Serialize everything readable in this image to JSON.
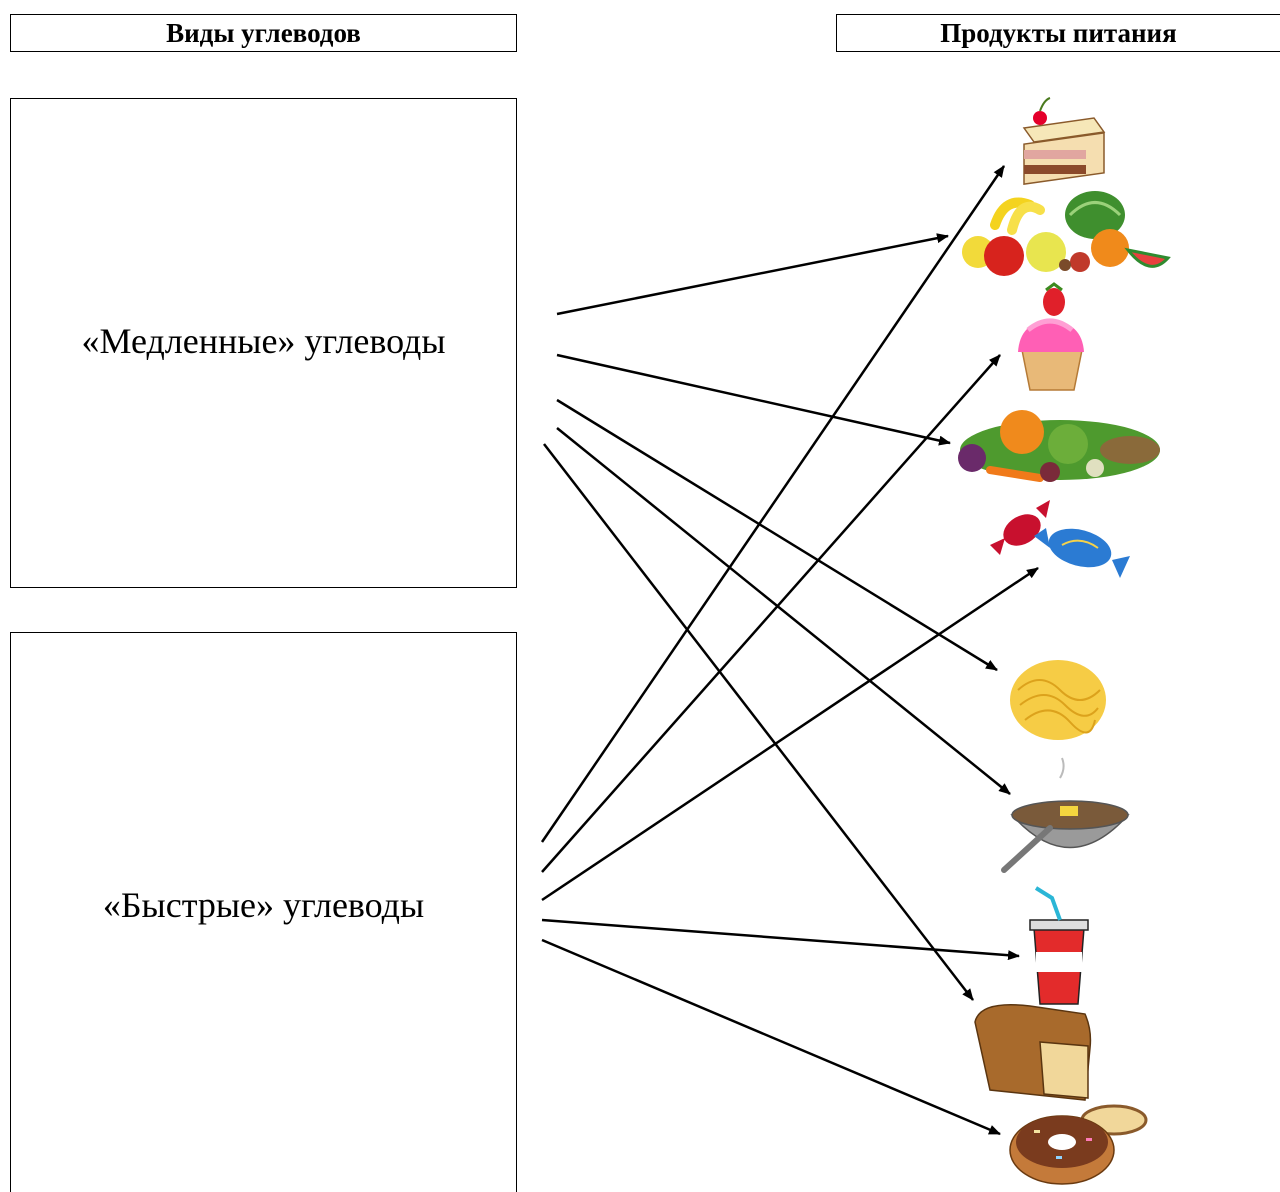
{
  "headers": {
    "left": "Виды углеводов",
    "right": "Продукты питания"
  },
  "carb_types": {
    "slow": "«Медленные» углеводы",
    "fast": "«Быстрые» углеводы"
  },
  "food_items": [
    {
      "id": "cake",
      "icon": "cake-slice-icon"
    },
    {
      "id": "fruits",
      "icon": "fruits-icon"
    },
    {
      "id": "cupcake",
      "icon": "cupcake-icon"
    },
    {
      "id": "vegetables",
      "icon": "vegetables-icon"
    },
    {
      "id": "candy",
      "icon": "candy-icon"
    },
    {
      "id": "pasta",
      "icon": "pasta-icon"
    },
    {
      "id": "porridge",
      "icon": "porridge-bowl-icon"
    },
    {
      "id": "soda",
      "icon": "soda-cup-icon"
    },
    {
      "id": "bread",
      "icon": "bread-icon"
    },
    {
      "id": "donut",
      "icon": "donut-icon"
    }
  ],
  "connections": [
    {
      "from": "slow",
      "to": "fruits"
    },
    {
      "from": "slow",
      "to": "vegetables"
    },
    {
      "from": "slow",
      "to": "pasta"
    },
    {
      "from": "slow",
      "to": "porridge"
    },
    {
      "from": "slow",
      "to": "bread"
    },
    {
      "from": "fast",
      "to": "cake"
    },
    {
      "from": "fast",
      "to": "cupcake"
    },
    {
      "from": "fast",
      "to": "candy"
    },
    {
      "from": "fast",
      "to": "soda"
    },
    {
      "from": "fast",
      "to": "donut"
    }
  ],
  "colors": {
    "line": "#000000"
  }
}
